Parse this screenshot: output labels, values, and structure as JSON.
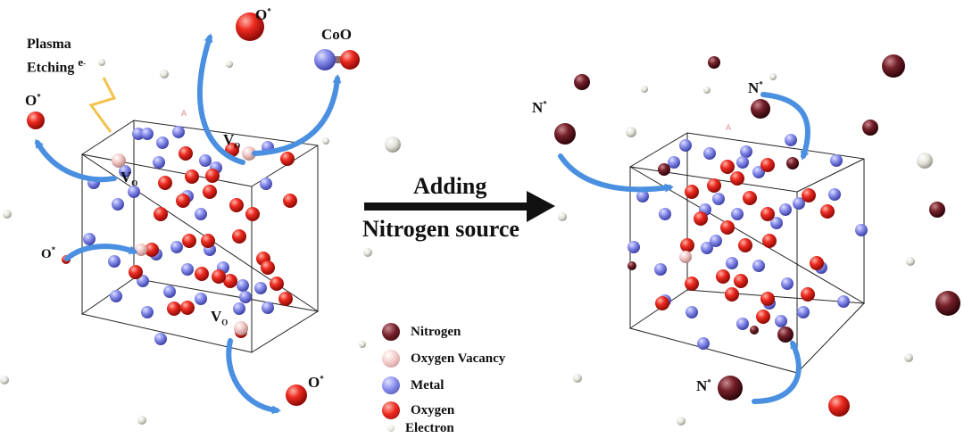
{
  "labels": {
    "plasma": "Plasma",
    "etching": "Etching",
    "electron_symbol": "e",
    "electron_sup": "-",
    "o_star": "O",
    "star": "*",
    "coo": "CoO",
    "v": "V",
    "v_sub": "O",
    "n_star": "N",
    "cube_corner": "A"
  },
  "arrow_text": {
    "line1": "Adding",
    "line2": "Nitrogen source"
  },
  "legend": [
    {
      "label": "Nitrogen",
      "color": "#6e1a22",
      "icon": "nitrogen-atom"
    },
    {
      "label": "Oxygen Vacancy",
      "color": "#f3c9c6",
      "icon": "vacancy-atom"
    },
    {
      "label": "Metal",
      "color": "#7d82e6",
      "icon": "metal-atom"
    },
    {
      "label": "Oxygen",
      "color": "#e8211c",
      "icon": "oxygen-atom"
    },
    {
      "label": "Electron",
      "color": "#e3e3dc",
      "icon": "electron"
    }
  ],
  "colors": {
    "metal": "#7d82e6",
    "oxygen": "#e8211c",
    "nitrogen": "#6e1a22",
    "vacancy": "#f3c9c6",
    "electron": "#e3e3dc",
    "flow_arrow": "#4a8fe0",
    "lightning": "#f2c24b"
  }
}
